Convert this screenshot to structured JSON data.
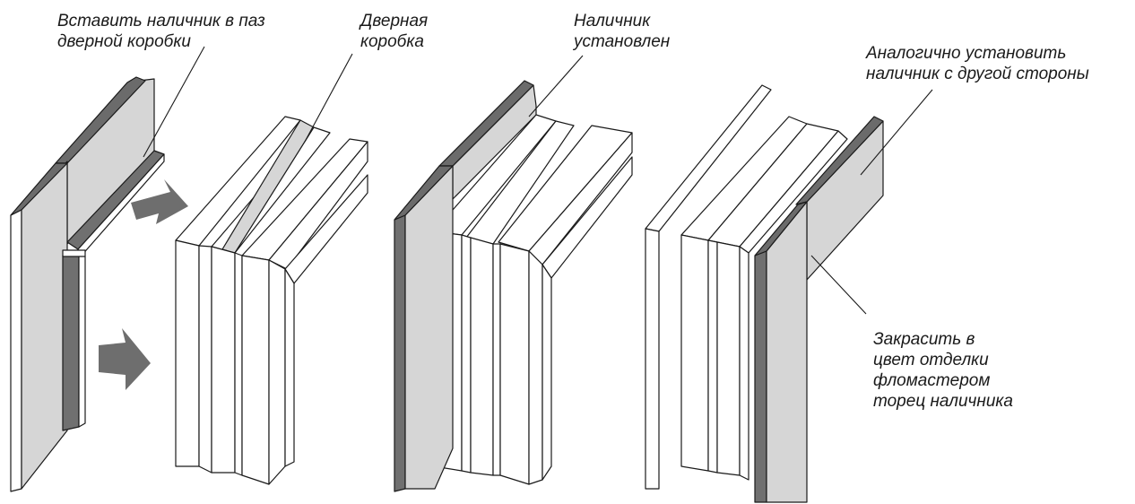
{
  "labels": {
    "insert_casing": "Вставить наличник в паз\nдверной коробки",
    "door_frame": "Дверная\nкоробка",
    "casing_installed": "Наличник\nустановлен",
    "install_other_side": "Аналогично установить\nналичник с другой стороны",
    "paint_end": "Закрасить в\nцвет отделки\nфломастером\nторец наличника"
  },
  "colors": {
    "casing_face": "#d6d6d6",
    "casing_edge": "#707070",
    "arrow": "#6e6e6e",
    "outline": "#1a1a1a"
  },
  "icons": [
    "arrow-right-icon",
    "arrow-right-icon"
  ]
}
